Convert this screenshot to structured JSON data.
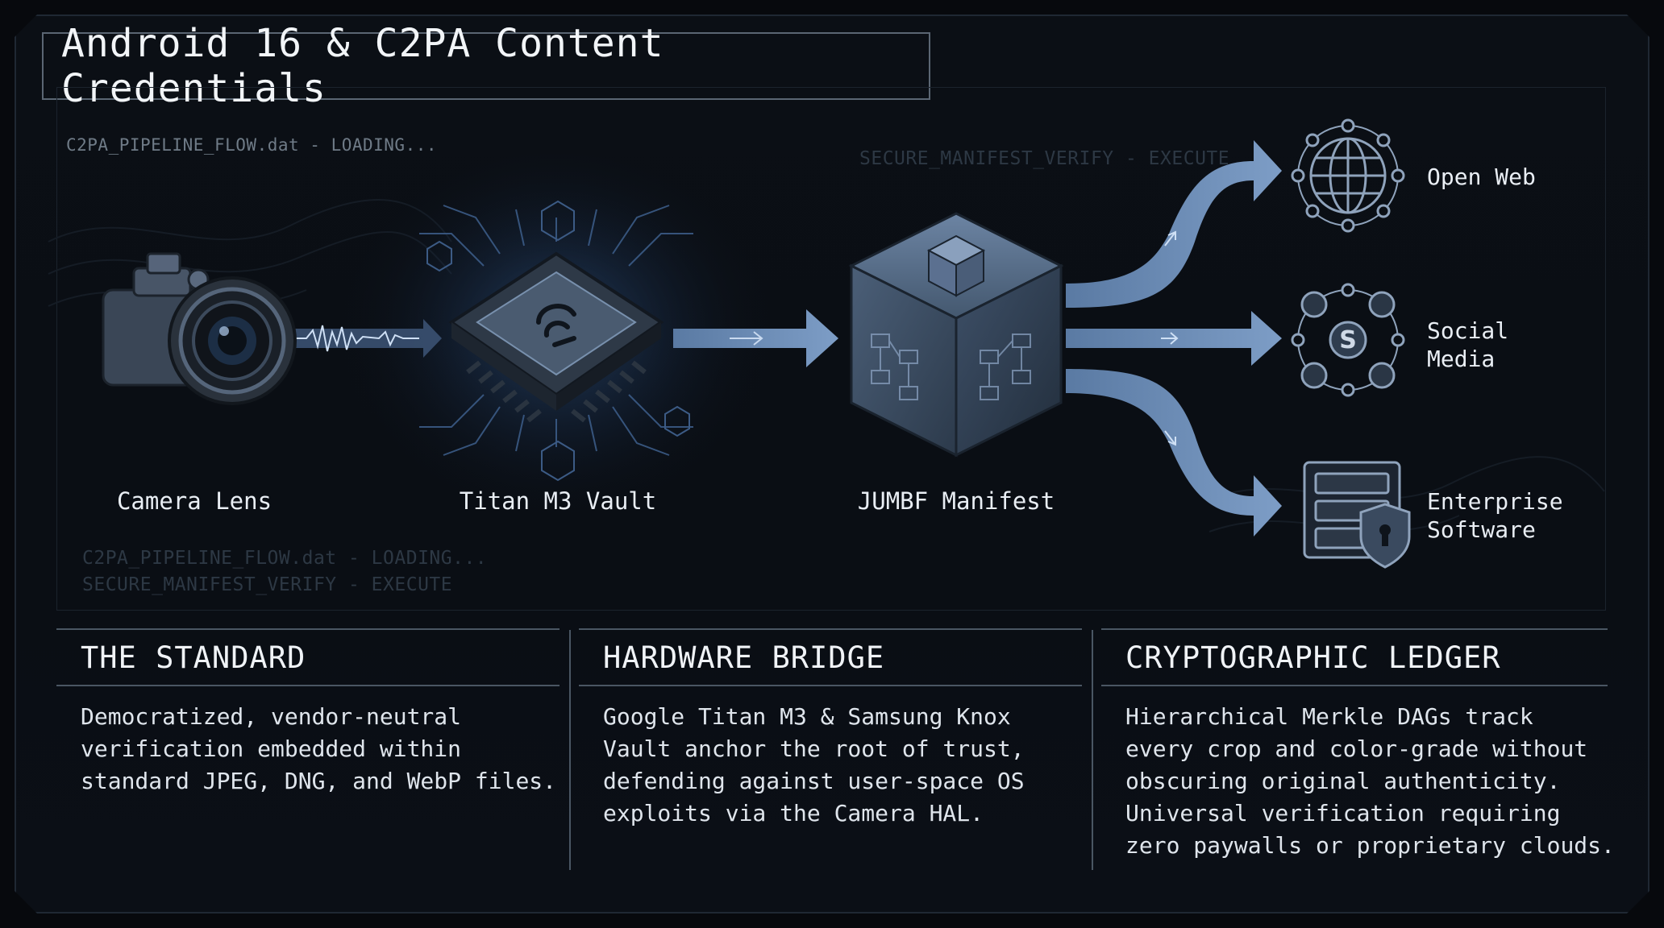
{
  "title": "Android 16 & C2PA Content Credentials",
  "ghost_text": {
    "top_left": "C2PA_PIPELINE_FLOW.dat - LOADING...",
    "top_center": "SECURE_MANIFEST_VERIFY - EXECUTE",
    "bottom_line1": "C2PA_PIPELINE_FLOW.dat - LOADING...",
    "bottom_line2": "SECURE_MANIFEST_VERIFY - EXECUTE"
  },
  "nodes": [
    {
      "label": "Camera Lens",
      "icon": "camera-icon"
    },
    {
      "label": "Titan M3 Vault",
      "icon": "chip-icon"
    },
    {
      "label": "JUMBF Manifest",
      "icon": "cube-icon"
    }
  ],
  "destinations": [
    {
      "label": "Open Web",
      "icon": "globe-icon"
    },
    {
      "label": "Social\nMedia",
      "icon": "social-network-icon"
    },
    {
      "label": "Enterprise\nSoftware",
      "icon": "server-lock-icon"
    }
  ],
  "panels": [
    {
      "heading": "THE STANDARD",
      "body": "Democratized, vendor-neutral\nverification embedded within\nstandard JPEG, DNG, and WebP files."
    },
    {
      "heading": "HARDWARE BRIDGE",
      "body": "Google Titan M3 & Samsung Knox\nVault anchor the root of trust,\ndefending against user-space OS\nexploits via the Camera HAL."
    },
    {
      "heading": "CRYPTOGRAPHIC LEDGER",
      "body": "Hierarchical Merkle DAGs track\nevery crop and color-grade without\nobscuring original authenticity.\nUniversal verification requiring\nzero paywalls or proprietary clouds."
    }
  ],
  "colors": {
    "background": "#07090d",
    "accent": "#6f8fb8",
    "accent_light": "#a9c0dd",
    "text": "#e6ecf3"
  }
}
